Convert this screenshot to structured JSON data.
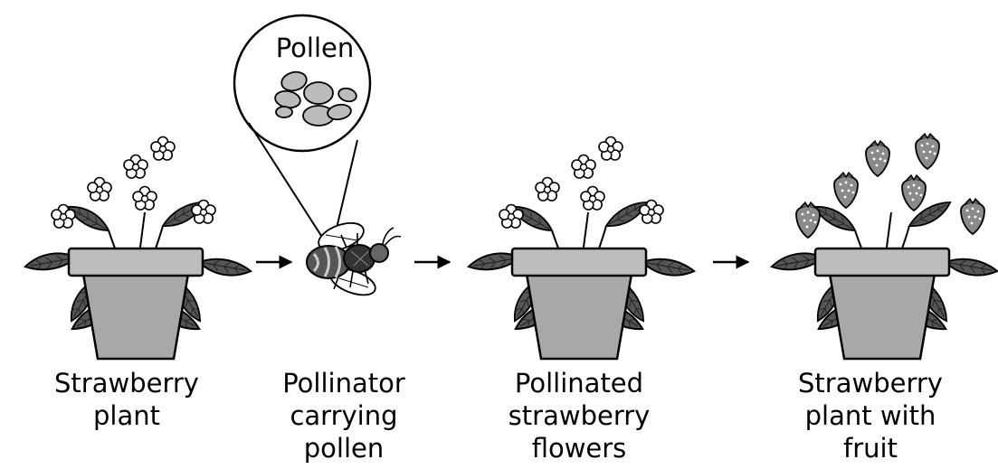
{
  "zoom_label": "Pollen",
  "stages": [
    {
      "lines": [
        "Strawberry",
        "plant"
      ]
    },
    {
      "lines": [
        "Pollinator",
        "carrying",
        "pollen"
      ]
    },
    {
      "lines": [
        "Pollinated",
        "strawberry",
        "flowers"
      ]
    },
    {
      "lines": [
        "Strawberry",
        "plant with",
        "fruit"
      ]
    }
  ],
  "colors": {
    "leaf": "#555555",
    "pot": "#a8a8a8",
    "pot_rim": "#bdbdbd",
    "pollen": "#bbbbbb",
    "fruit": "#8a8a8a",
    "outline": "#000000"
  },
  "icons": [
    "strawberry-plant-icon",
    "bee-icon",
    "strawberry-fruit-icon",
    "arrow-right-icon",
    "magnifier-callout-icon"
  ]
}
